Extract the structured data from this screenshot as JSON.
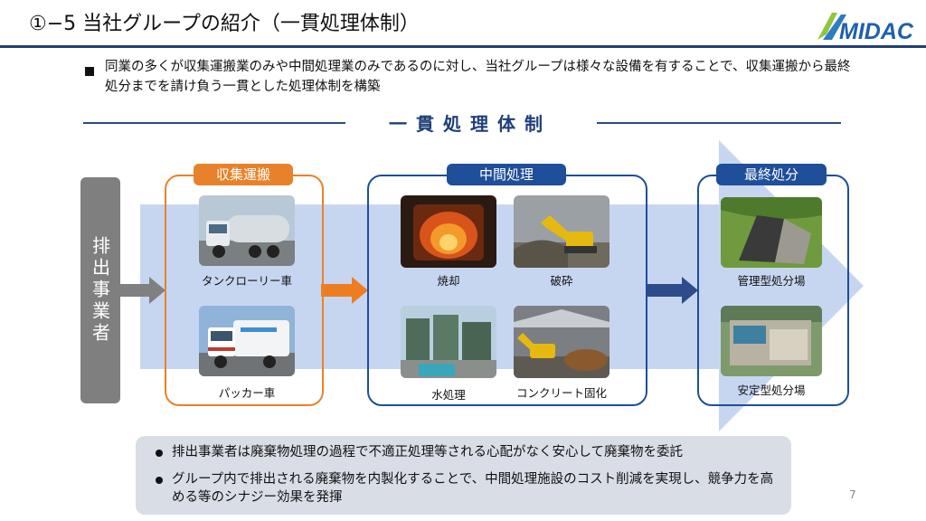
{
  "header": {
    "title": "①−5  当社グループの紹介（一貫処理体制）",
    "logo_text": "MIDAC"
  },
  "intro": {
    "text": "同業の多くが収集運搬業のみや中間処理業のみであるのに対し、当社グループは様々な設備を有することで、収集運搬から最終処分までを請け負う一貫とした処理体制を構築"
  },
  "diagram": {
    "heading": "一貫処理体制",
    "emitter_label": "排出事業者",
    "stages": [
      {
        "label": "収集運搬",
        "color": "#e8822a",
        "items": [
          {
            "caption": "タンクローリー車",
            "icon": "tank-truck-photo"
          },
          {
            "caption": "パッカー車",
            "icon": "packer-truck-photo"
          }
        ]
      },
      {
        "label": "中間処理",
        "color": "#1f4e9a",
        "items": [
          {
            "caption": "焼却",
            "icon": "incinerator-photo"
          },
          {
            "caption": "破砕",
            "icon": "crushing-excavator-photo"
          },
          {
            "caption": "水処理",
            "icon": "water-treatment-photo"
          },
          {
            "caption": "コンクリート固化",
            "icon": "concrete-solidification-photo"
          }
        ]
      },
      {
        "label": "最終処分",
        "color": "#1f4e9a",
        "items": [
          {
            "caption": "管理型処分場",
            "icon": "managed-landfill-photo"
          },
          {
            "caption": "安定型処分場",
            "icon": "stable-landfill-photo"
          }
        ]
      }
    ]
  },
  "summary": {
    "bullets": [
      "排出事業者は廃棄物処理の過程で不適正処理等される心配がなく安心して廃棄物を委託",
      "グループ内で排出される廃棄物を内製化することで、中間処理施設のコスト削減を実現し、競争力を高める等のシナジー効果を発揮"
    ]
  },
  "page_number": "7"
}
